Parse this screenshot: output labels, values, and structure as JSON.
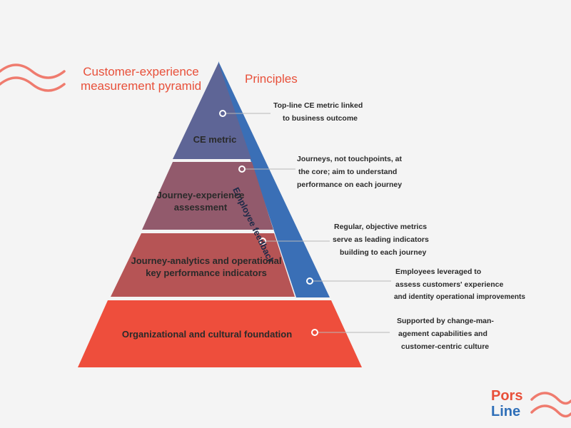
{
  "title_left": [
    "Customer-experience",
    "measurement pyramid"
  ],
  "title_right": "Principles",
  "side_band": {
    "label": "Employee feedback",
    "color": "#3a6fb6"
  },
  "levels": [
    {
      "lines": [
        "CE metric"
      ],
      "color": "#5e6596"
    },
    {
      "lines": [
        "Journey-experience",
        "assessment"
      ],
      "color": "#925a6c"
    },
    {
      "lines": [
        "Journey-analytics and operational",
        "key performance indicators"
      ],
      "color": "#b65455"
    },
    {
      "lines": [
        "Organizational and cultural foundation"
      ],
      "color": "#ee4e3c"
    }
  ],
  "principles": [
    {
      "lines": [
        "Top-line CE metric linked",
        "to business outcome"
      ]
    },
    {
      "lines": [
        "Journeys, not touchpoints, at",
        "the core; aim to understand",
        "performance on each journey"
      ]
    },
    {
      "lines": [
        "Regular, objective metrics",
        "serve as leading indicators",
        "building to each journey"
      ]
    },
    {
      "lines": [
        "Employees leveraged to",
        "assess customers' experience",
        "and identity operational improvements"
      ]
    },
    {
      "lines": [
        "Supported by change-man-",
        "agement capabilities and",
        "customer-centric culture"
      ]
    }
  ],
  "logo": {
    "line1": "Pors",
    "line2": "Line",
    "color1": "#e8503a",
    "color2": "#2f6fb8"
  },
  "accent": "#e8503a"
}
